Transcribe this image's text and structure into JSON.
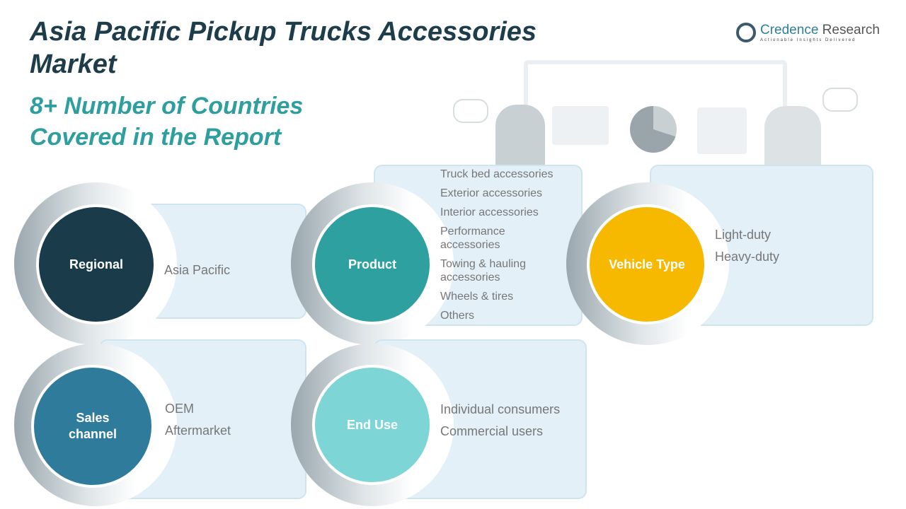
{
  "header": {
    "title": "Asia Pacific Pickup Trucks Accessories Market",
    "subtitle": "8+ Number of Countries Covered in the Report"
  },
  "logo": {
    "name_a": "Credence",
    "name_b": " Research",
    "tagline": "Actionable Insights Delivered"
  },
  "segments": [
    {
      "label": "Regional",
      "items": [
        "Asia Pacific"
      ],
      "color": "#1a3b4a"
    },
    {
      "label": "Product",
      "items": [
        "Truck bed accessories",
        "Exterior accessories",
        "Interior accessories",
        "Performance accessories",
        "Towing & hauling accessories",
        "Wheels & tires",
        "Others"
      ],
      "color": "#2fa0a0"
    },
    {
      "label": "Vehicle Type",
      "items": [
        "Light-duty",
        "Heavy-duty"
      ],
      "color": "#f6b900"
    },
    {
      "label": "Sales channel",
      "items": [
        "OEM",
        "Aftermarket"
      ],
      "color": "#2f7b9b"
    },
    {
      "label": "End Use",
      "items": [
        "Individual consumers",
        "Commercial users"
      ],
      "color": "#7dd5d6"
    }
  ]
}
